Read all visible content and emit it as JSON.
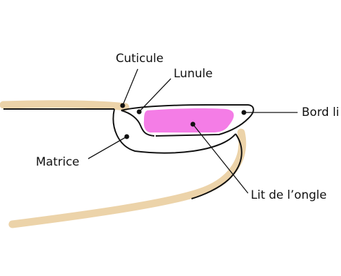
{
  "labels": {
    "cuticule": "Cuticule",
    "lunule": "Lunule",
    "bord_libre": "Bord li",
    "matrice": "Matrice",
    "lit_ongle": "Lit de l’ongle"
  },
  "colors": {
    "skin": "#ECD3A9",
    "nail_bed": "#F47DE6",
    "outline": "#111111",
    "background": "#FFFFFF"
  }
}
